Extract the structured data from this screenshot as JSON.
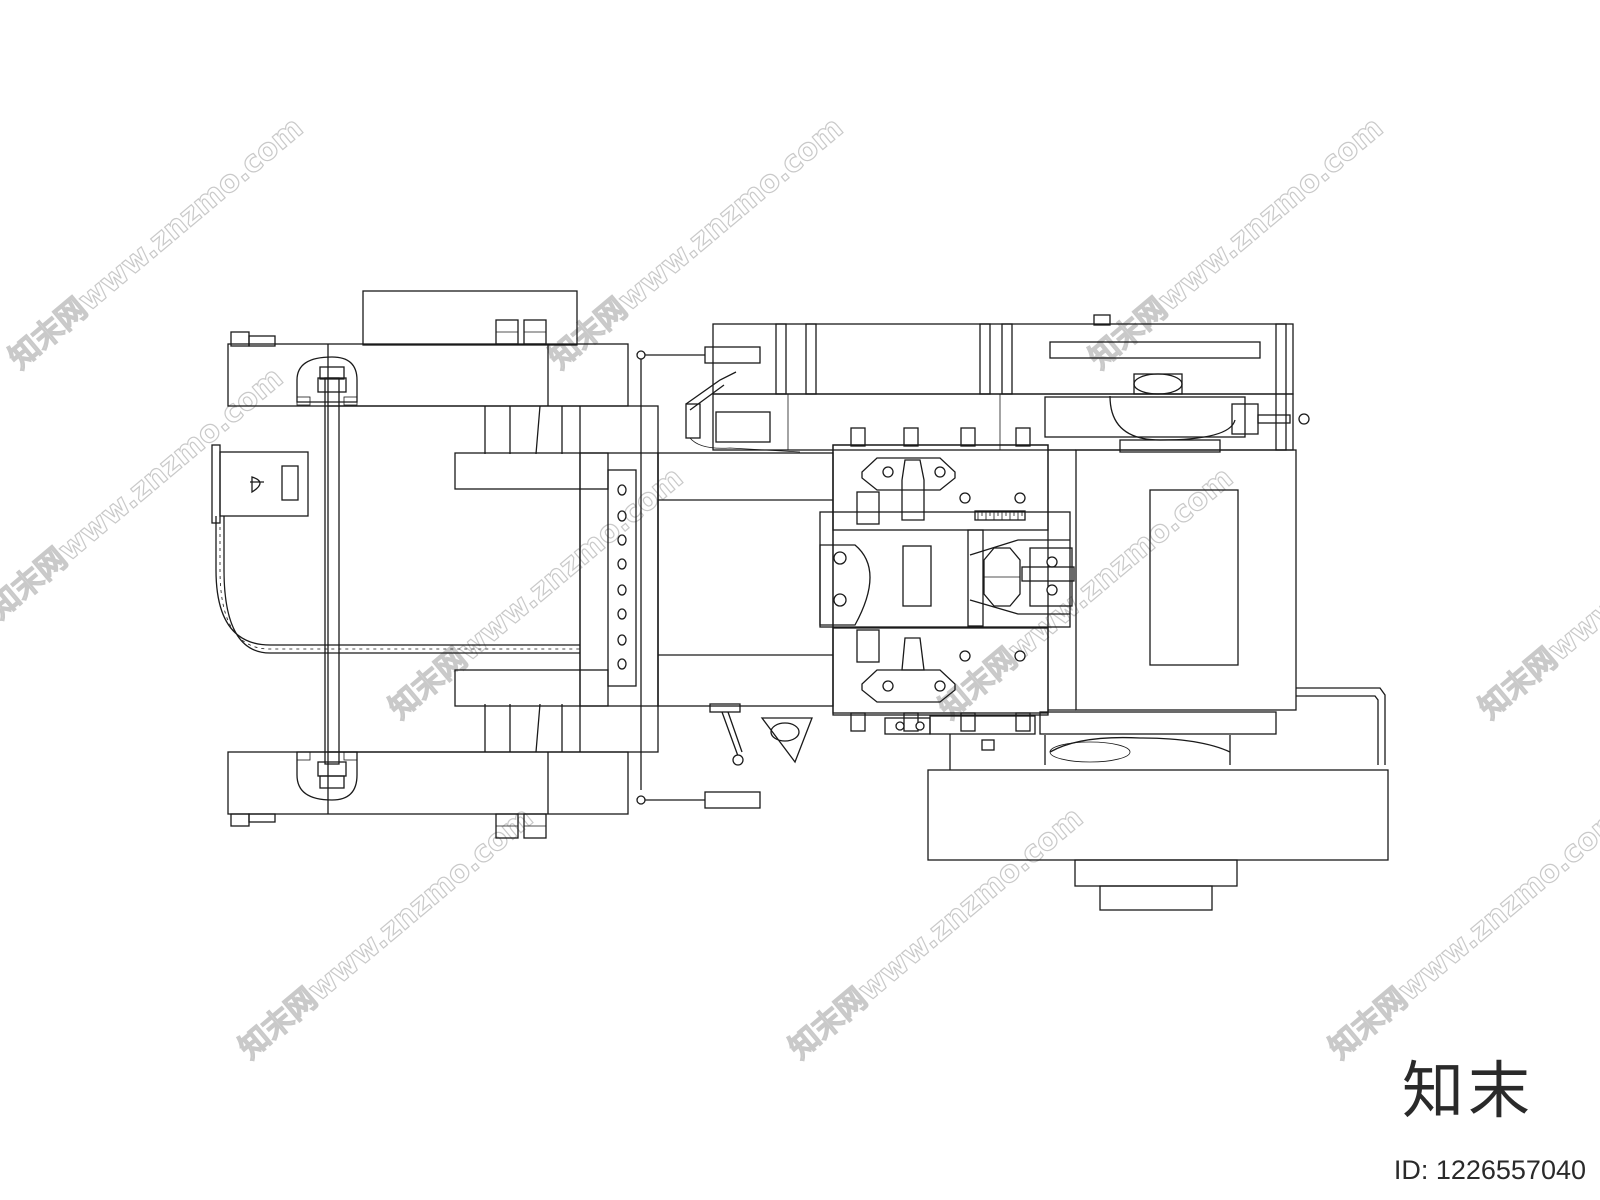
{
  "watermark": {
    "text": "知末网www.znzmo.com"
  },
  "brand_text": "知末",
  "image_id": "ID: 1226557040"
}
